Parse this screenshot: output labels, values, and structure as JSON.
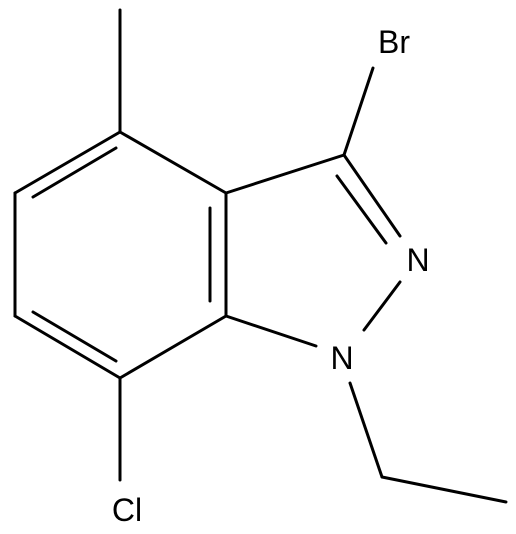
{
  "molecule": {
    "atom_labels": {
      "bromine": "Br",
      "nitrogen_2": "N",
      "nitrogen_1": "N",
      "chlorine": "Cl"
    }
  },
  "colors": {
    "bond": "#000000",
    "label": "#000000",
    "background": "#ffffff"
  }
}
